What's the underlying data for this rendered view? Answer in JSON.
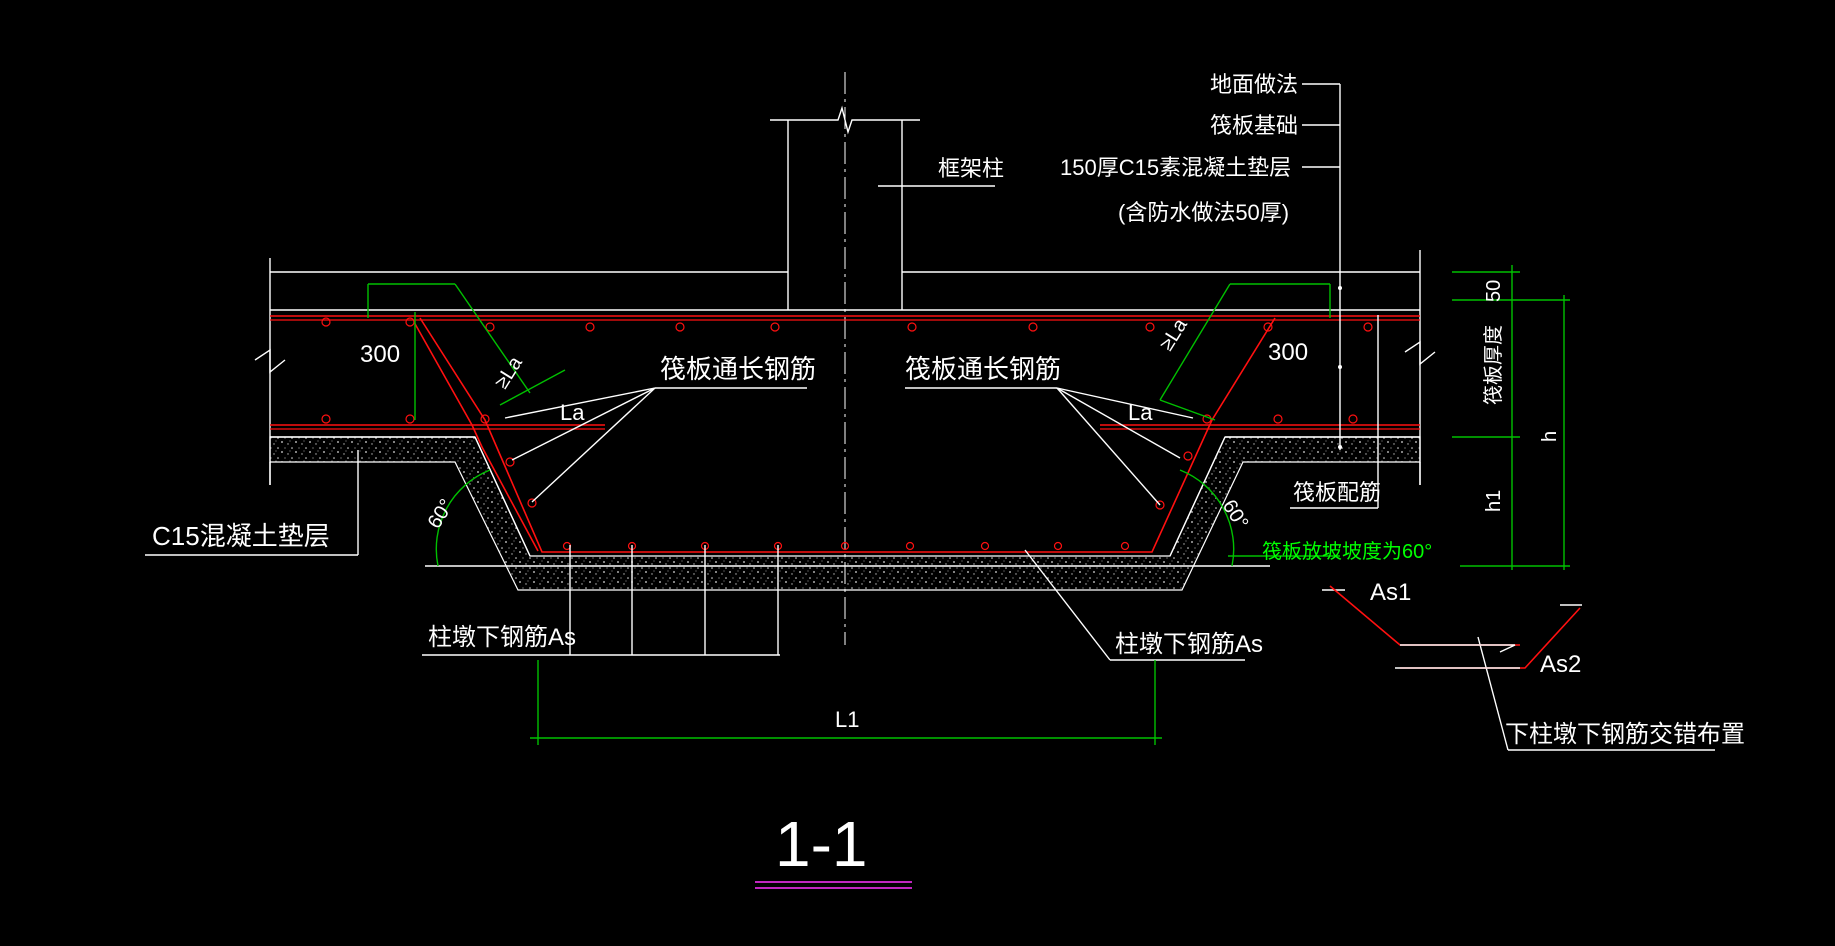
{
  "labels": {
    "ground_finish": "地面做法",
    "raft_foundation": "筏板基础",
    "cushion_layer": "150厚C15素混凝土垫层",
    "cushion_note": "(含防水做法50厚)",
    "frame_column": "框架柱",
    "c15_cushion": "C15混凝土垫层",
    "raft_through_rebar_left": "筏板通长钢筋",
    "raft_through_rebar_right": "筏板通长钢筋",
    "raft_rebar": "筏板配筋",
    "slope_note": "筏板放坡坡度为60°",
    "pier_bottom_rebar_left": "柱墩下钢筋As",
    "pier_bottom_rebar_right": "柱墩下钢筋As",
    "staggered_note": "下柱墩下钢筋交错布置",
    "section_title": "1-1",
    "dim_300_left": "300",
    "dim_300_right": "300",
    "dim_50": "50",
    "raft_thickness": "筏板厚度",
    "dim_h": "h",
    "dim_h1": "h1",
    "dim_L1": "L1",
    "la_left": "La",
    "la_right": "La",
    "ge_la_left": "≥La",
    "ge_la_right": "≥La",
    "angle_left": "60°",
    "angle_right": "60°",
    "as1": "As1",
    "as2": "As2"
  },
  "colors": {
    "background": "#000000",
    "line": "#ffffff",
    "rebar": "#ff1010",
    "dimension": "#00c000",
    "title_underline": "#ff33ff"
  }
}
